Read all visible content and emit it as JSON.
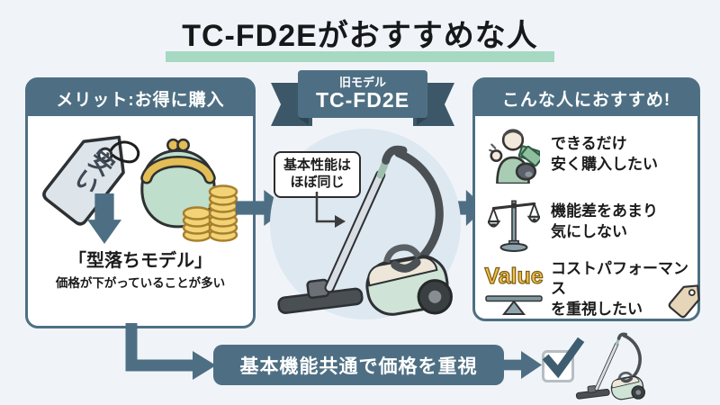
{
  "title": "TC-FD2Eがおすすめな人",
  "left_panel": {
    "header": "メリット:お得に購入",
    "price_tag_label": "安い",
    "headline": "「型落ちモデル」",
    "subtext": "価格が下がっていることが多い"
  },
  "center": {
    "ribbon_label": "旧モデル",
    "ribbon_model": "TC-FD2E",
    "note_line1": "基本性能は",
    "note_line2": "ほぼ同じ"
  },
  "right_panel": {
    "header": "こんな人におすすめ!",
    "items": [
      {
        "icon": "person-with-money-icon",
        "line1": "できるだけ",
        "line2": "安く購入したい"
      },
      {
        "icon": "balance-scale-icon",
        "line1": "機能差をあまり",
        "line2": "気にしない"
      },
      {
        "icon": "value-seesaw-icon",
        "value_label": "Value",
        "line1": "コストパフォーマンス",
        "line2": "を重視したい"
      }
    ]
  },
  "bottom": {
    "banner": "基本機能共通で価格を重視",
    "checkbox_checked": true
  },
  "colors": {
    "background": "#f0f4f8",
    "panel_accent": "#4e6f83",
    "ribbon_flap": "#3c5868",
    "title_highlight": "#a7d8c2",
    "text": "#1b1b1b",
    "gold": "#eebf4b",
    "mint": "#bfdecb",
    "circle_bg": "#dee8f1"
  }
}
